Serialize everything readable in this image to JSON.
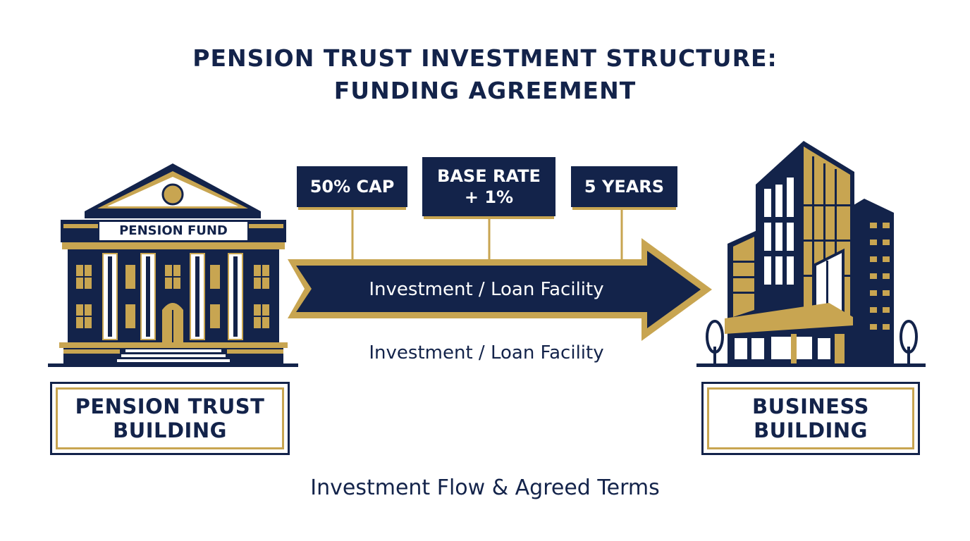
{
  "title": {
    "line1": "PENSION TRUST INVESTMENT STRUCTURE:",
    "line2": "FUNDING AGREEMENT"
  },
  "terms": [
    {
      "lines": [
        "50% CAP"
      ]
    },
    {
      "lines": [
        "BASE RATE",
        "+ 1%"
      ]
    },
    {
      "lines": [
        "5 YEARS"
      ]
    }
  ],
  "pension_sign": "PENSION FUND",
  "arrow_label": "Investment / Loan Facility",
  "below_arrow_label": "Investment / Loan Facility",
  "left_box": {
    "line1": "PENSION TRUST",
    "line2": "BUILDING"
  },
  "right_box": {
    "line1": "BUSINESS",
    "line2": "BUILDING"
  },
  "footer": "Investment Flow & Agreed Terms",
  "colors": {
    "navy": "#13234a",
    "gold": "#c8a551",
    "background": "#ffffff"
  }
}
